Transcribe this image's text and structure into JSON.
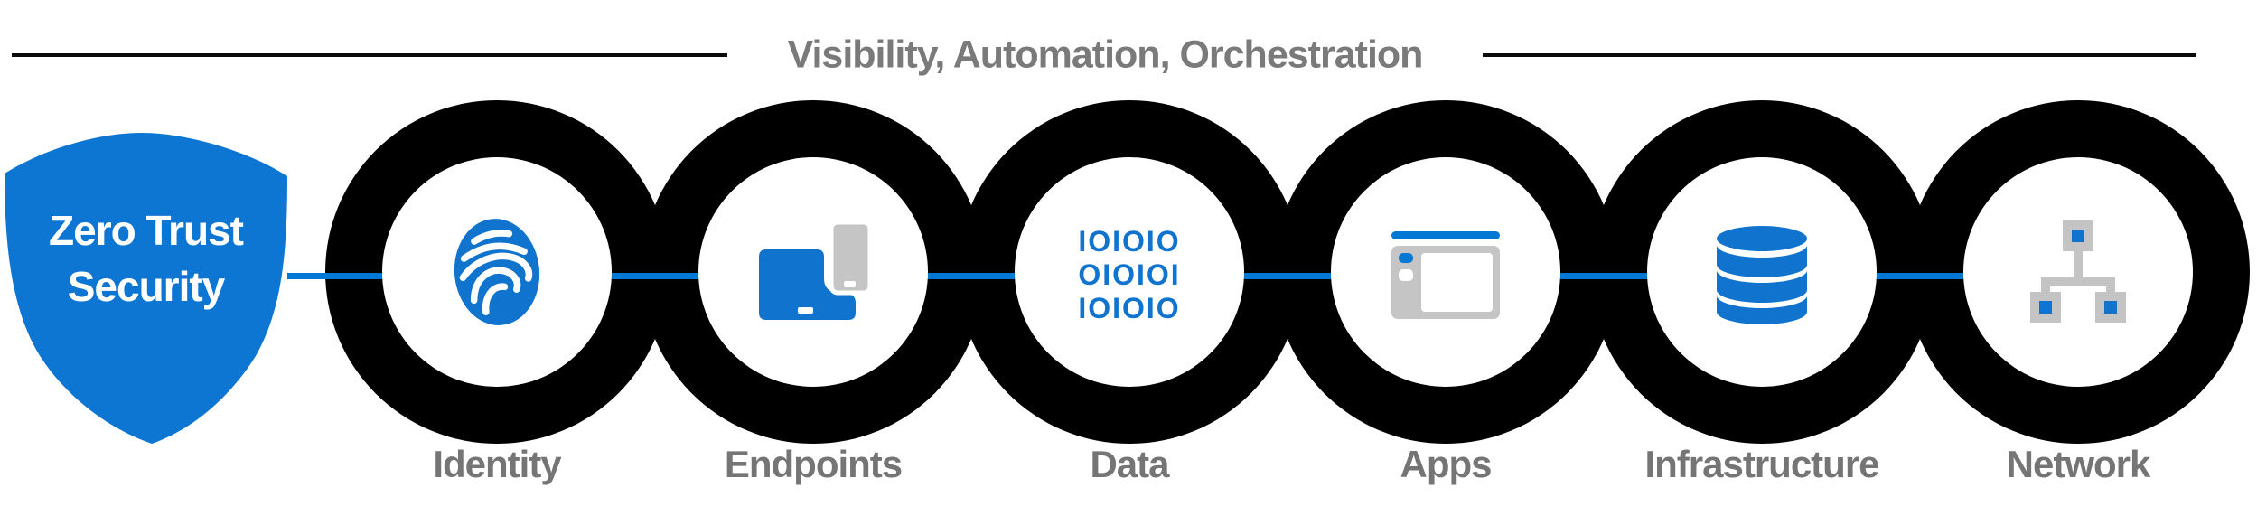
{
  "header": {
    "title": "Visibility, Automation, Orchestration"
  },
  "shield": {
    "label": "Zero Trust Security"
  },
  "nodes": [
    {
      "label": "Identity",
      "icon": "fingerprint-icon"
    },
    {
      "label": "Endpoints",
      "icon": "devices-icon"
    },
    {
      "label": "Data",
      "icon": "binary-code-icon",
      "binary_rows": [
        "101010",
        "010101",
        "101010"
      ]
    },
    {
      "label": "Apps",
      "icon": "app-window-icon"
    },
    {
      "label": "Infrastructure",
      "icon": "database-icon"
    },
    {
      "label": "Network",
      "icon": "network-nodes-icon"
    }
  ],
  "colors": {
    "accent_blue": "#0078d4",
    "shield_blue": "#0d76d2",
    "icon_blue": "#1074cf",
    "icon_gray": "#c5c5c5",
    "ring_black": "#000000",
    "label_gray": "#757575",
    "title_gray": "#7a7a7a",
    "rule_black": "#0a0a0a"
  }
}
